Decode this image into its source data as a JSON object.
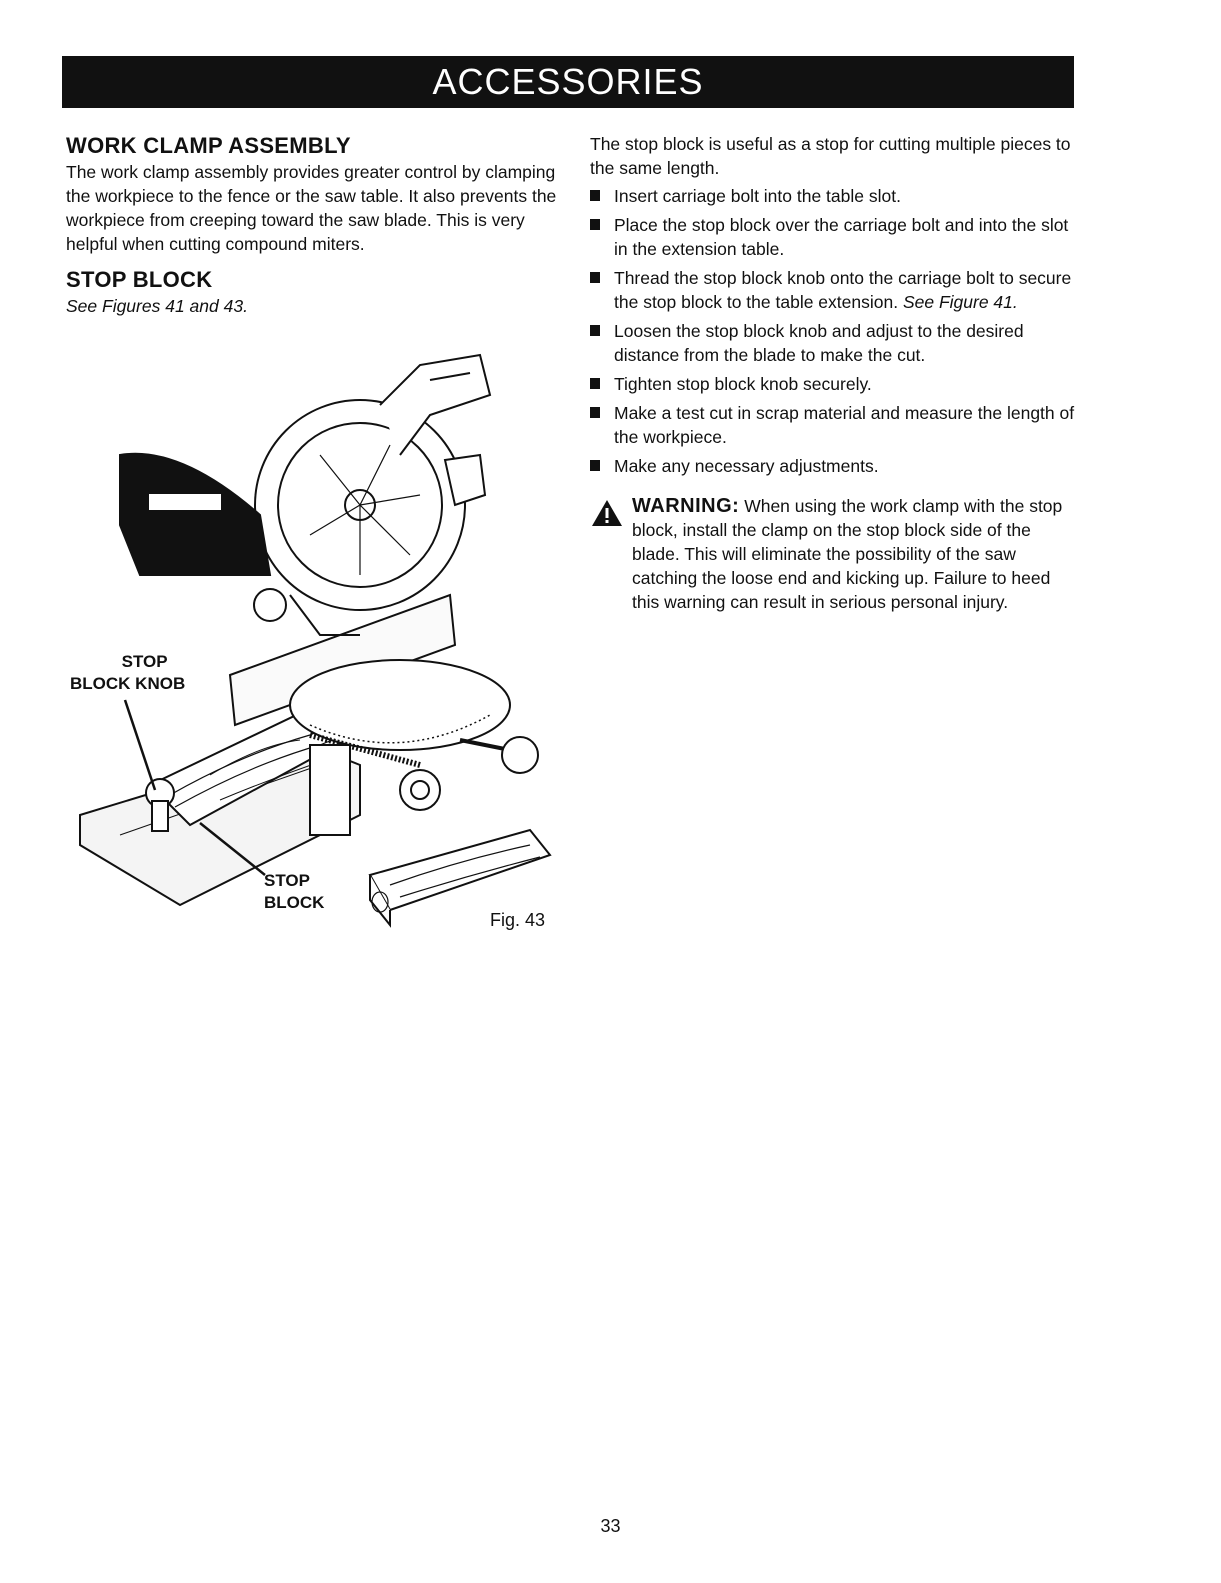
{
  "header": {
    "title": "ACCESSORIES"
  },
  "left": {
    "work_clamp": {
      "heading": "WORK CLAMP ASSEMBLY",
      "body": "The work clamp assembly provides greater control by clamping  the workpiece to the fence or the saw table. It also prevents the workpiece from creeping toward the saw blade. This  is very helpful when cutting compound miters."
    },
    "stop_block": {
      "heading": "STOP BLOCK",
      "see": "See Figures 41 and 43."
    }
  },
  "figure": {
    "label_knob_line1": "STOP",
    "label_knob_line2": "BLOCK KNOB",
    "label_block_line1": "STOP",
    "label_block_line2": "BLOCK",
    "caption": "Fig. 43"
  },
  "right": {
    "intro": "The stop block is useful as a stop for cutting multiple pieces to the same length.",
    "steps": [
      {
        "text": "Insert carriage bolt into the table slot."
      },
      {
        "text": "Place the stop block over the carriage bolt and into the slot in the extension table."
      },
      {
        "text": "Thread the stop block knob onto the carriage bolt to secure the stop block to the table extension.",
        "ref": "See Figure 41."
      },
      {
        "text": "Loosen the stop block knob and adjust to the desired distance from the blade to make the cut."
      },
      {
        "text": "Tighten stop block knob securely."
      },
      {
        "text": "Make a test cut in scrap material and measure the length of the workpiece."
      },
      {
        "text": "Make any necessary adjustments."
      }
    ],
    "warning": {
      "title": "WARNING:",
      "text": "When using the work clamp with the stop block, install the clamp on the stop block side of the blade. This will eliminate the possibility of the saw catching the loose end and kicking up. Failure to heed this warning can result in serious personal injury."
    }
  },
  "footer": {
    "page_number": "33"
  }
}
